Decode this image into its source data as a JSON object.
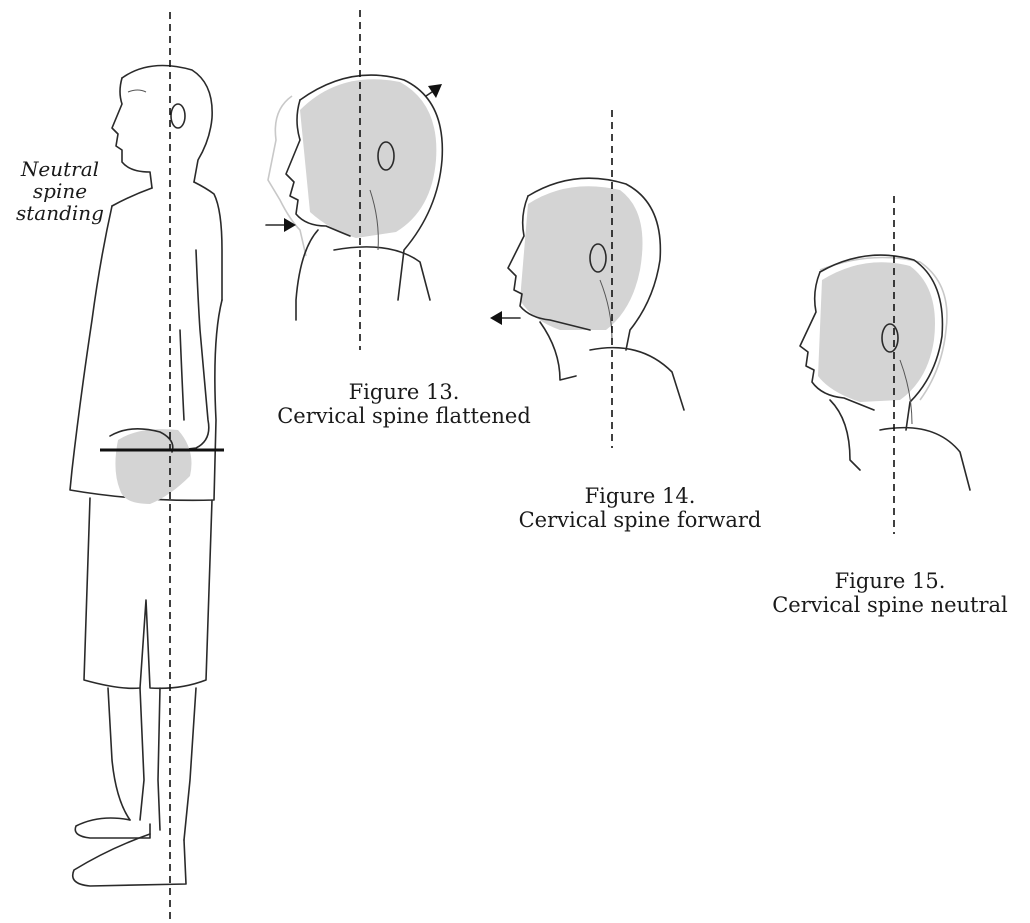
{
  "label_neutral": {
    "line1": "Neutral",
    "line2": "spine",
    "line3": "standing"
  },
  "figures": [
    {
      "number": "Figure 13.",
      "caption": "Cervical spine flattened"
    },
    {
      "number": "Figure 14.",
      "caption": "Cervical spine forward"
    },
    {
      "number": "Figure 15.",
      "caption": "Cervical spine neutral"
    }
  ]
}
